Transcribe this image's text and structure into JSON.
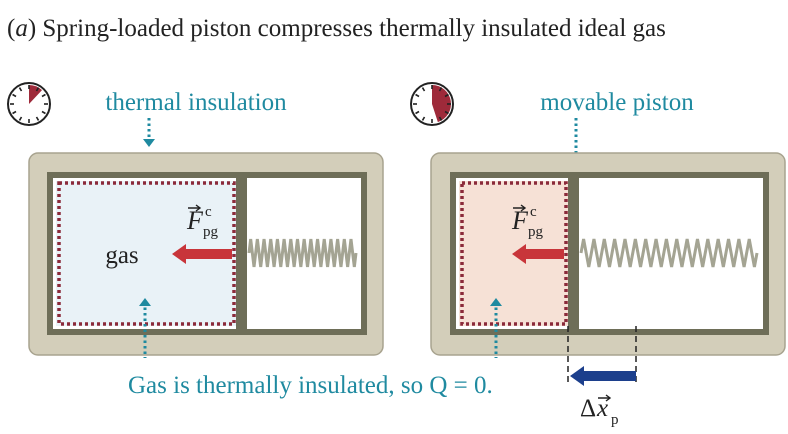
{
  "title": {
    "part": "a",
    "text": "Spring-loaded piston compresses thermally insulated ideal gas"
  },
  "labels": {
    "thermal_insulation": "thermal insulation",
    "movable_piston": "movable piston",
    "gas": "gas",
    "force_symbol": "F",
    "force_superscript": "c",
    "force_subscript": "pg",
    "caption": "Gas is thermally insulated, so Q = 0.",
    "displacement_delta": "Δ",
    "displacement_symbol": "x",
    "displacement_subscript": "p"
  },
  "clocks": [
    {
      "id": "left",
      "filled_fraction": 0.12
    },
    {
      "id": "right",
      "filled_fraction": 0.45
    }
  ],
  "colors": {
    "teal": "#1f8aa0",
    "frame": "#d3ceba",
    "wall": "#6e6e58",
    "gas_cool": "#e9f2f7",
    "gas_warm": "#f6e1d6",
    "insulation": "#8b2a3a",
    "arrow_red": "#c8353a",
    "arrow_blue": "#1c3f8c",
    "spring": "#a4a493",
    "clock_fill": "#9e2a3a"
  }
}
